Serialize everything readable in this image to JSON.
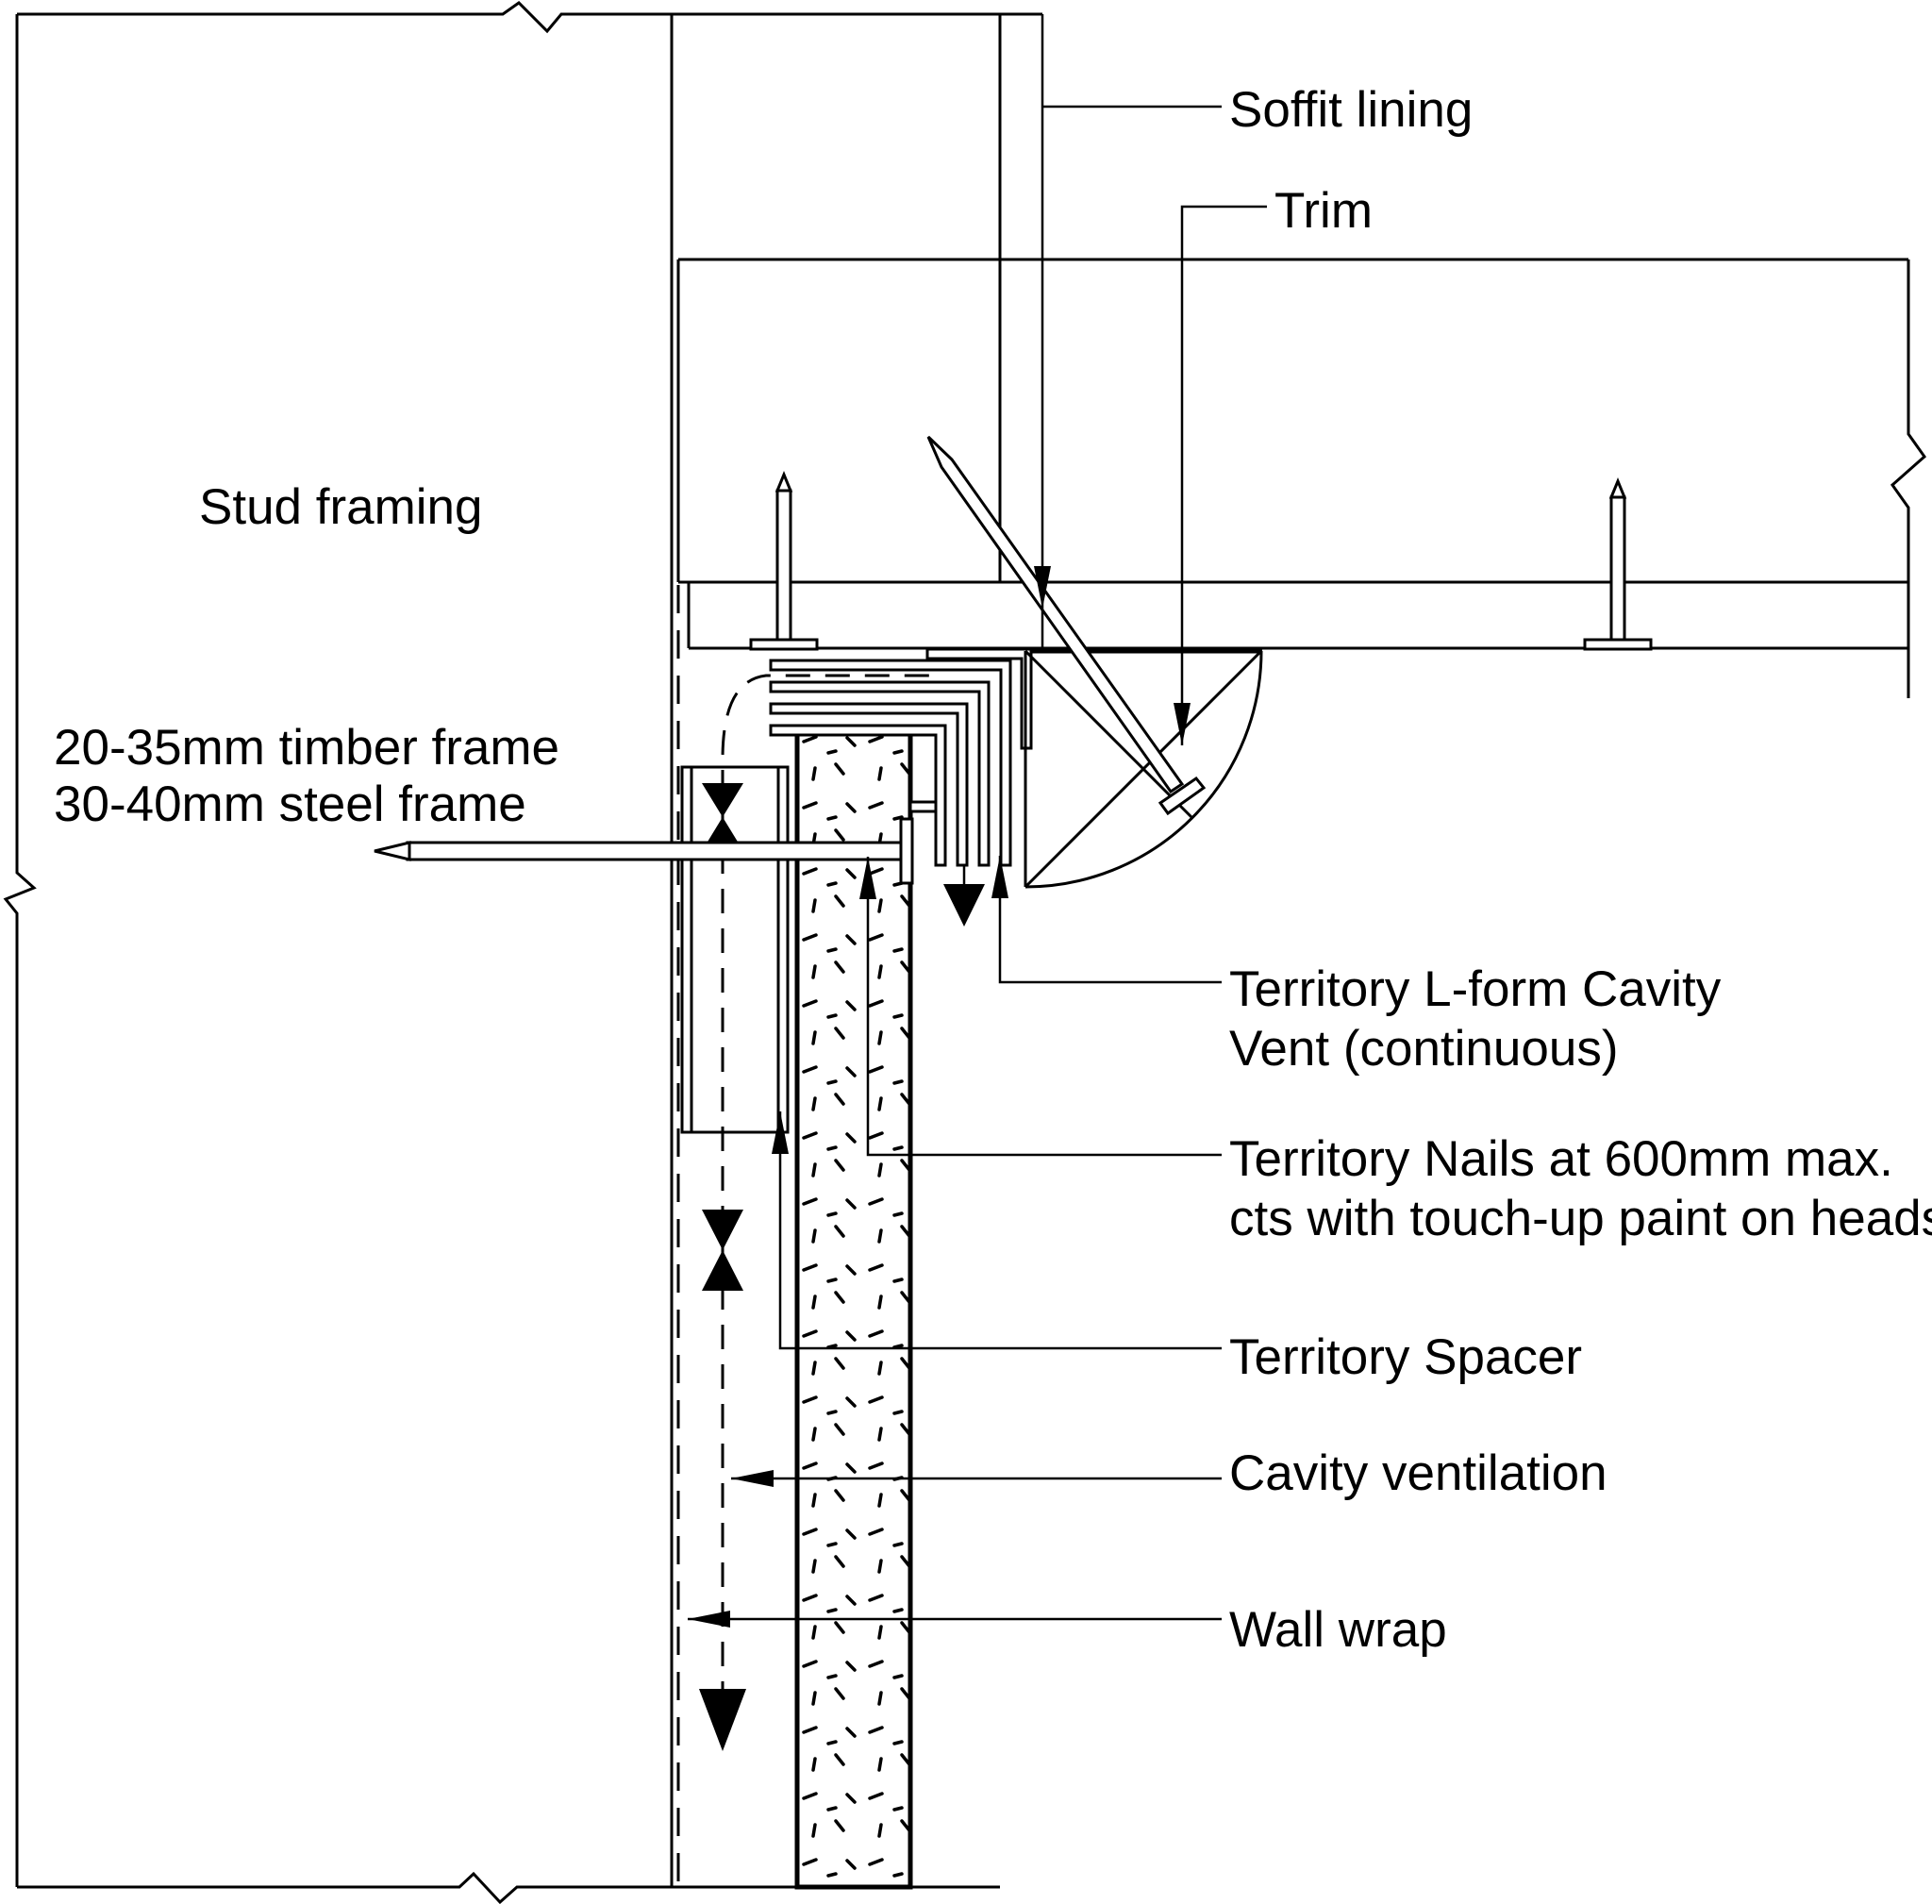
{
  "diagram": {
    "type": "construction-detail-section",
    "description": "Eave / soffit junction detail with cavity wall and L-form cavity vent",
    "colors": {
      "line": "#000000",
      "background": "#ffffff"
    },
    "labels": {
      "stud_framing": "Stud framing",
      "frame_note_line1": "20-35mm timber frame",
      "frame_note_line2": "30-40mm steel frame",
      "soffit_lining": "Soffit lining",
      "trim": "Trim",
      "lform_vent_line1": "Territory L-form Cavity",
      "lform_vent_line2": "Vent (continuous)",
      "nails_line1": "Territory Nails at 600mm max.",
      "nails_line2": "cts with touch-up paint on heads",
      "spacer": "Territory Spacer",
      "cavity_ventilation": "Cavity ventilation",
      "wall_wrap": "Wall wrap"
    }
  }
}
